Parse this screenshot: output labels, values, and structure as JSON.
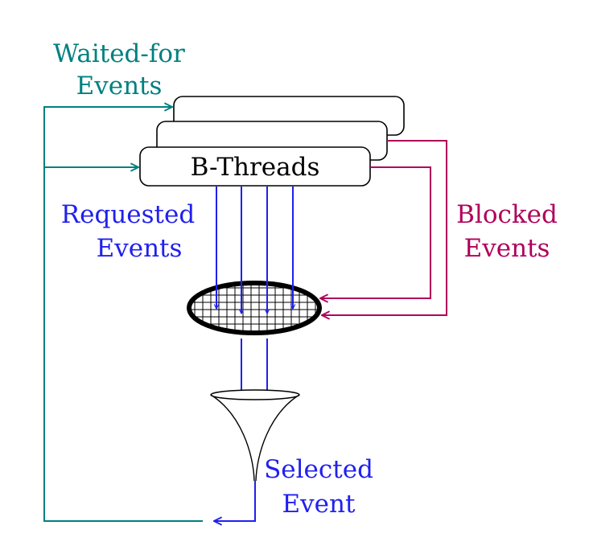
{
  "labels": {
    "waited_for_line1": "Waited-for",
    "waited_for_line2": "Events",
    "bthreads": "B-Threads",
    "requested_line1": "Requested",
    "requested_line2": "Events",
    "blocked_line1": "Blocked",
    "blocked_line2": "Events",
    "selected_line1": "Selected",
    "selected_line2": "Event"
  },
  "colors": {
    "waited_for": "#008080",
    "requested": "#2020ee",
    "blocked": "#b0005a",
    "outline": "#000000"
  }
}
